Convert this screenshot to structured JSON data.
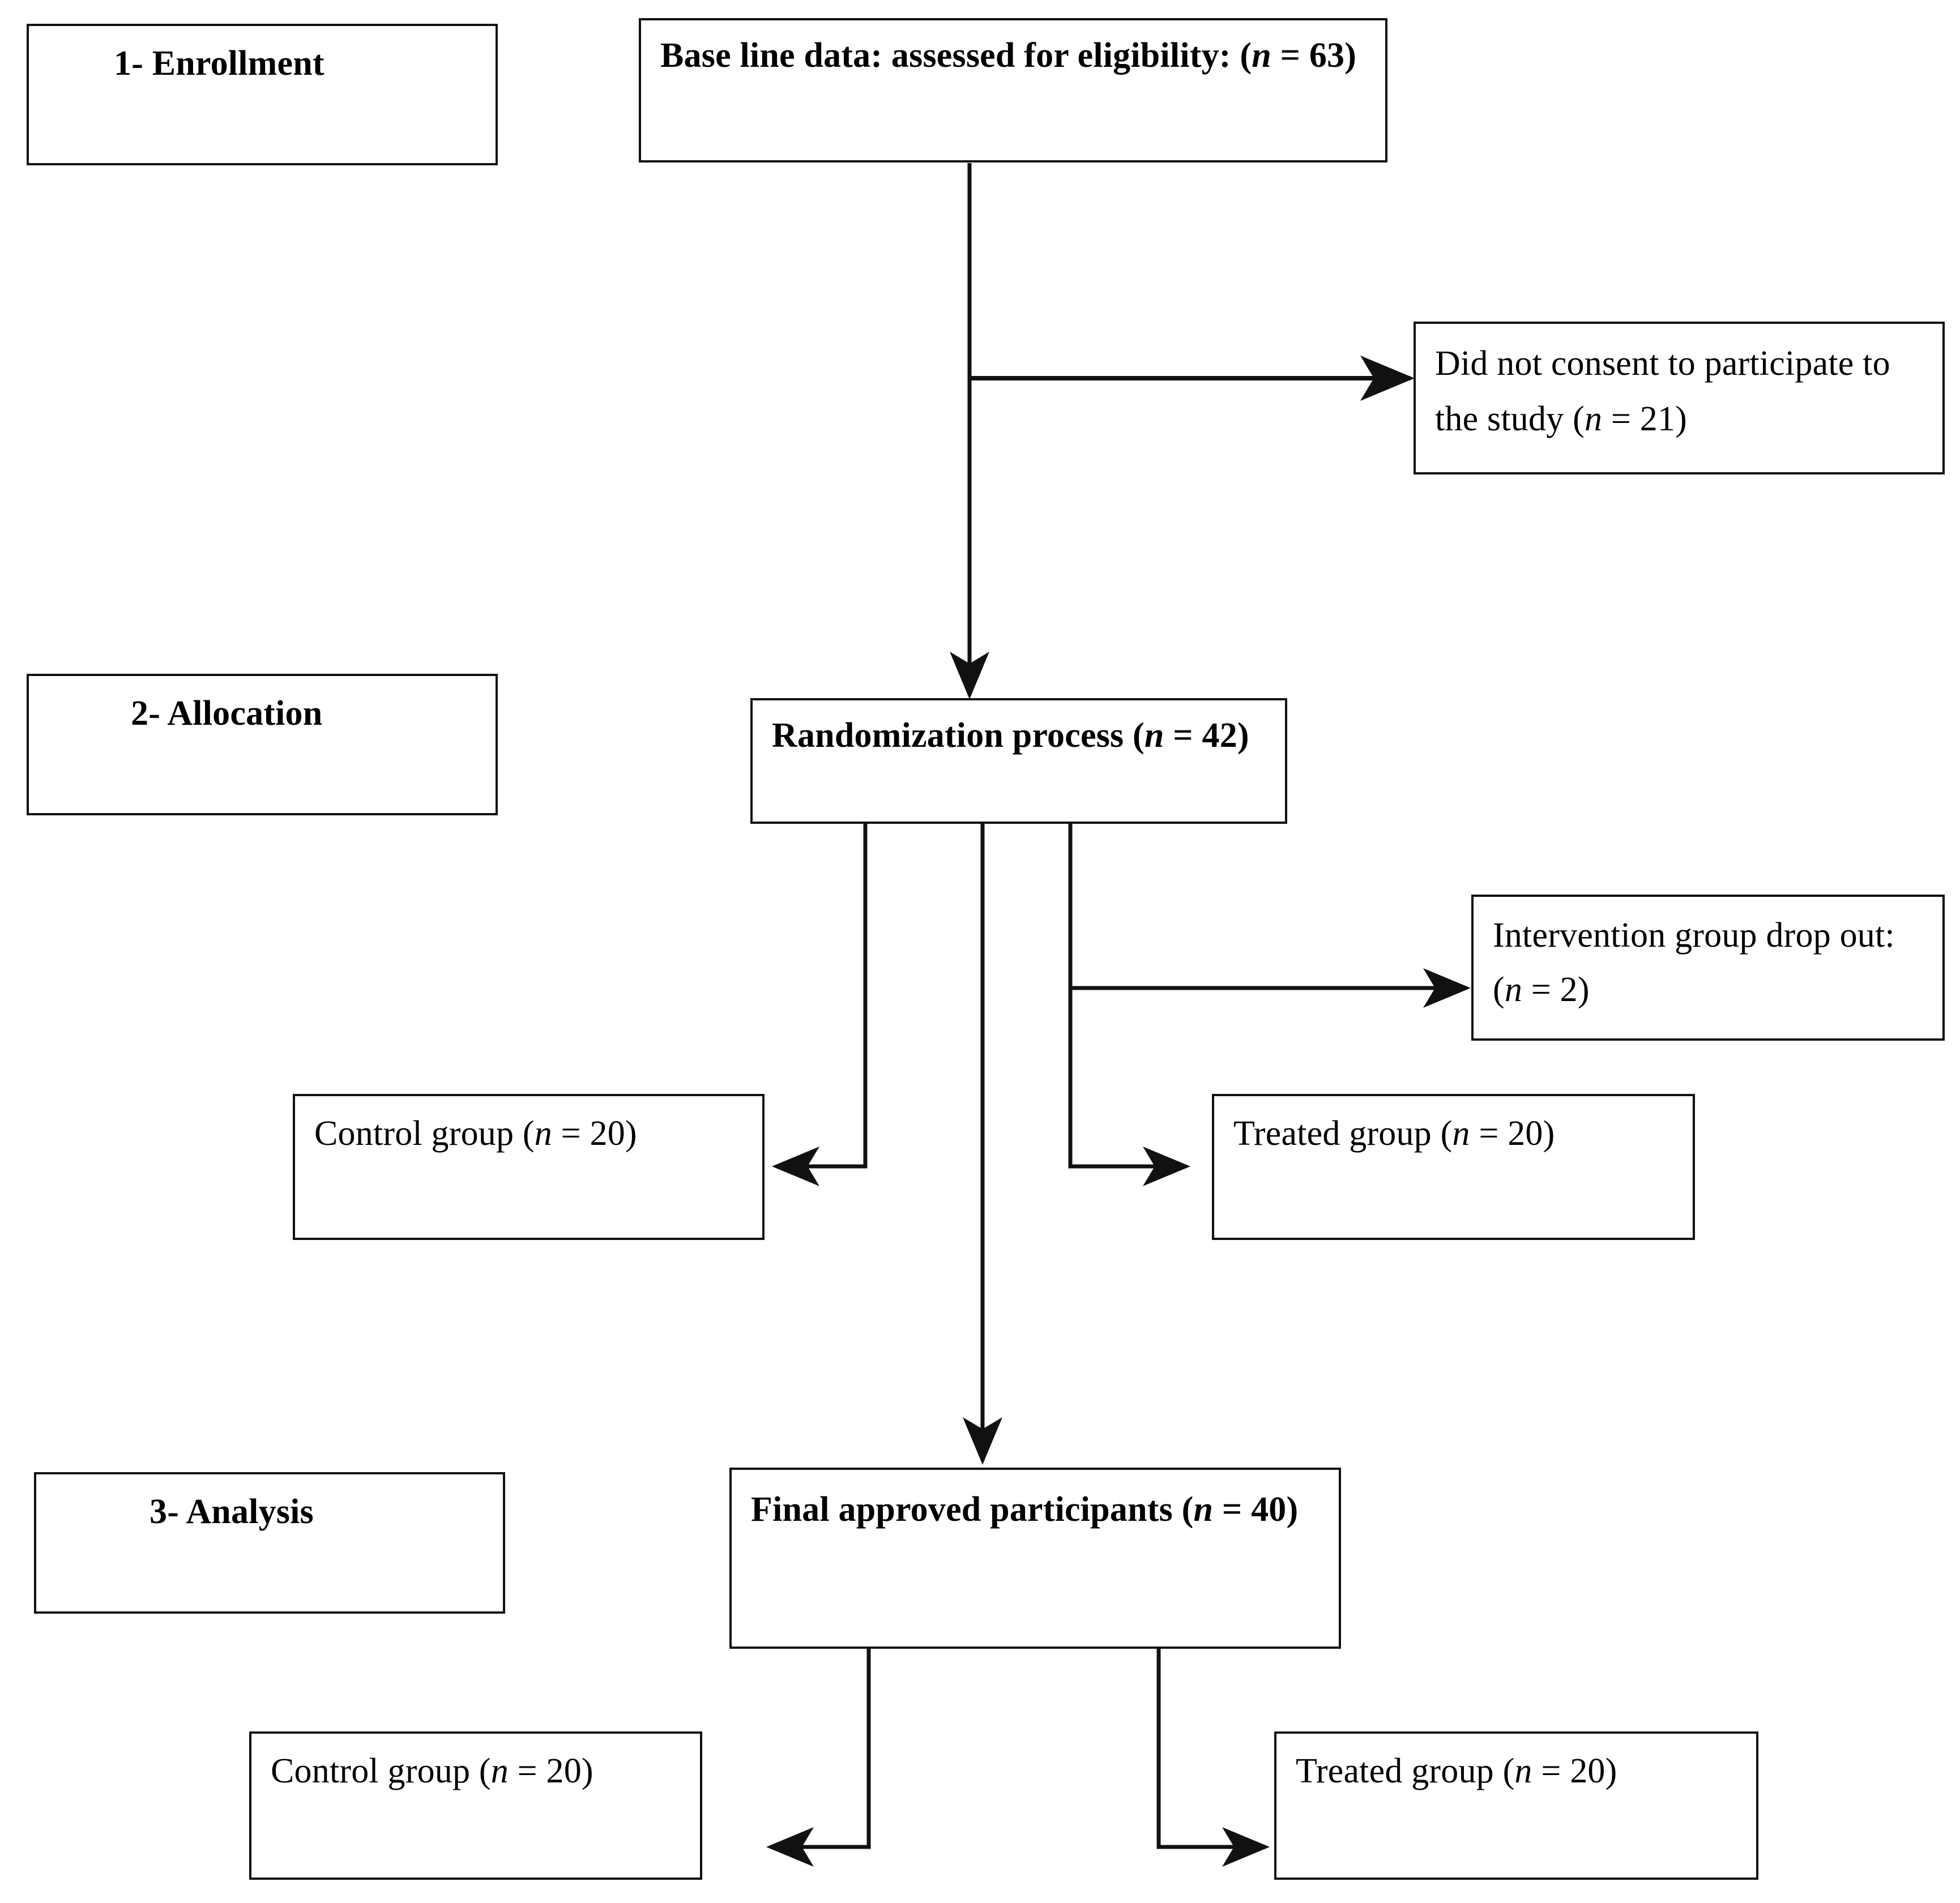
{
  "diagram": {
    "title": "CONSORT participant flow diagram",
    "stroke_color": "#111111",
    "background": "#ffffff",
    "stages": [
      {
        "id": "enrollment",
        "label": "1-   Enrollment"
      },
      {
        "id": "allocation",
        "label": "2-      Allocation"
      },
      {
        "id": "analysis",
        "label": "3-   Analysis"
      }
    ],
    "nodes": {
      "baseline": {
        "pre": "Base line data: assessed for eligibility: (",
        "n": "n",
        "post": " = 63)"
      },
      "not_consent_l1": {
        "text": "Did not consent to participate to"
      },
      "not_consent_l2": {
        "pre": "the study (",
        "n": "n",
        "post": " = 21)"
      },
      "randomization": {
        "pre": "Randomization process (",
        "n": "n",
        "post": " = 42)"
      },
      "dropout_l1": {
        "text": "Intervention group drop out:"
      },
      "dropout_l2": {
        "pre": "(",
        "n": "n",
        "post": " = 2)"
      },
      "control_alloc": {
        "pre": "Control group (",
        "n": "n",
        "post": " = 20)"
      },
      "treated_alloc": {
        "pre": "Treated group (",
        "n": "n",
        "post": " = 20)"
      },
      "final": {
        "pre": "Final approved participants (",
        "n": "n",
        "post": " = 40)"
      },
      "control_final": {
        "pre": "Control group (",
        "n": "n",
        "post": " = 20)"
      },
      "treated_final": {
        "pre": "Treated group (",
        "n": "n",
        "post": " = 20)"
      }
    },
    "chart_data": {
      "type": "flowchart",
      "counts": {
        "assessed_for_eligibility": 63,
        "did_not_consent": 21,
        "randomized": 42,
        "intervention_drop_out": 2,
        "allocation_control": 20,
        "allocation_treated": 20,
        "final_approved": 40,
        "analysis_control": 20,
        "analysis_treated": 20
      },
      "edges": [
        {
          "from": "baseline",
          "to": "not_consent",
          "kind": "exclusion"
        },
        {
          "from": "baseline",
          "to": "randomization",
          "kind": "flow"
        },
        {
          "from": "randomization",
          "to": "control_alloc",
          "kind": "flow"
        },
        {
          "from": "randomization",
          "to": "treated_alloc",
          "kind": "flow"
        },
        {
          "from": "randomization",
          "to": "dropout",
          "kind": "exclusion"
        },
        {
          "from": "randomization",
          "to": "final",
          "kind": "flow"
        },
        {
          "from": "final",
          "to": "control_final",
          "kind": "flow"
        },
        {
          "from": "final",
          "to": "treated_final",
          "kind": "flow"
        }
      ]
    }
  }
}
